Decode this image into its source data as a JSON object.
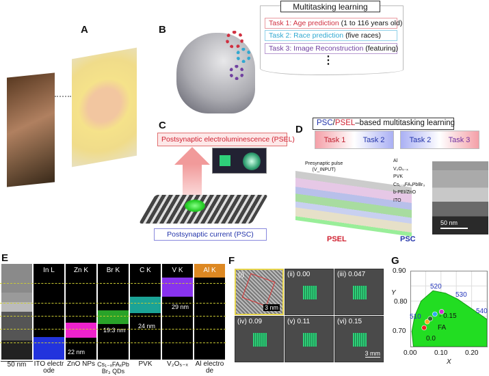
{
  "panels": {
    "a": "A",
    "b": "B",
    "c": "C",
    "d": "D",
    "e": "E",
    "f": "F",
    "g": "G"
  },
  "multitask": {
    "title": "Multitasking learning",
    "tasks": [
      {
        "name": "Task 1: Age prediction",
        "detail": "(1 to 116 years old)",
        "color": "#d03040"
      },
      {
        "name": "Task 2: Race prediction",
        "detail": "(five races)",
        "color": "#30a8d0"
      },
      {
        "name": "Task 3: Image Reconstruction",
        "detail": "(featuring)",
        "color": "#7040a0"
      }
    ],
    "more": "⋮"
  },
  "c": {
    "psel": "Postsynaptic electroluminescence (PSEL)",
    "psc": "Postsynaptic current (PSC)"
  },
  "d": {
    "title_psc": "PSC",
    "title_sep": "/",
    "title_psel": "PSEL",
    "title_rest": "–based multitasking learning",
    "groups": [
      [
        "Task 1",
        "Task 2"
      ],
      [
        "Task 2",
        "Task 3"
      ]
    ],
    "pulse": "Presynaptic pulse",
    "pulse_sym": "(V_INPUT)",
    "layers": [
      "Al",
      "V₂O₅₋ₓ",
      "PVK",
      "Cs₁₋ₓFAₓPbBr₃",
      "b-PEI/ZnO",
      "ITO"
    ],
    "psel": "PSEL",
    "psc": "PSC",
    "scale": "50 nm"
  },
  "e": {
    "maps": [
      {
        "label": "",
        "color": "#888888"
      },
      {
        "label": "In L",
        "color": "#2233dd"
      },
      {
        "label": "Zn K",
        "color": "#ee22cc"
      },
      {
        "label": "Br K",
        "color": "#33cc33"
      },
      {
        "label": "C K",
        "color": "#22ccbb"
      },
      {
        "label": "V K",
        "color": "#8833ee"
      },
      {
        "label": "Al K",
        "color": "#dd8822"
      }
    ],
    "thickness": {
      "zno": "22 nm",
      "pvsk": "19.3 nm",
      "pvk": "24 nm",
      "vox": "29 nm"
    },
    "bottom": [
      "50 nm",
      "ITO electrode",
      "ZnO NPs",
      "Cs₁₋ₓFAₓPbBr₃ QDs",
      "PVK",
      "V₂O₅₋ₓ",
      "Al electrode"
    ]
  },
  "f": {
    "cells": [
      "(i)",
      "(ii) 0.00",
      "(iii) 0.047",
      "(iv) 0.09",
      "(v) 0.11",
      "(vi) 0.15"
    ],
    "inset_scale": "3 nm",
    "scale": "3 mm"
  },
  "chart_data": {
    "type": "scatter",
    "xlabel": "X",
    "ylabel": "Y",
    "xlim": [
      0.0,
      0.25
    ],
    "ylim": [
      0.65,
      0.9
    ],
    "xticks": [
      "0.00",
      "0.10",
      "0.20"
    ],
    "yticks": [
      "0.70",
      "0.80",
      "0.90"
    ],
    "wavelength_labels": [
      "510",
      "520",
      "530",
      "540"
    ],
    "annotations": [
      "0.0",
      "0.15",
      "FA"
    ],
    "points": [
      {
        "x": 0.045,
        "y": 0.712,
        "color": "#ee2222"
      },
      {
        "x": 0.055,
        "y": 0.732,
        "color": "#ffaa22"
      },
      {
        "x": 0.065,
        "y": 0.742,
        "color": "#336633"
      },
      {
        "x": 0.08,
        "y": 0.757,
        "color": "#33aaee"
      },
      {
        "x": 0.102,
        "y": 0.765,
        "color": "#cc33cc"
      }
    ],
    "grid": true
  }
}
